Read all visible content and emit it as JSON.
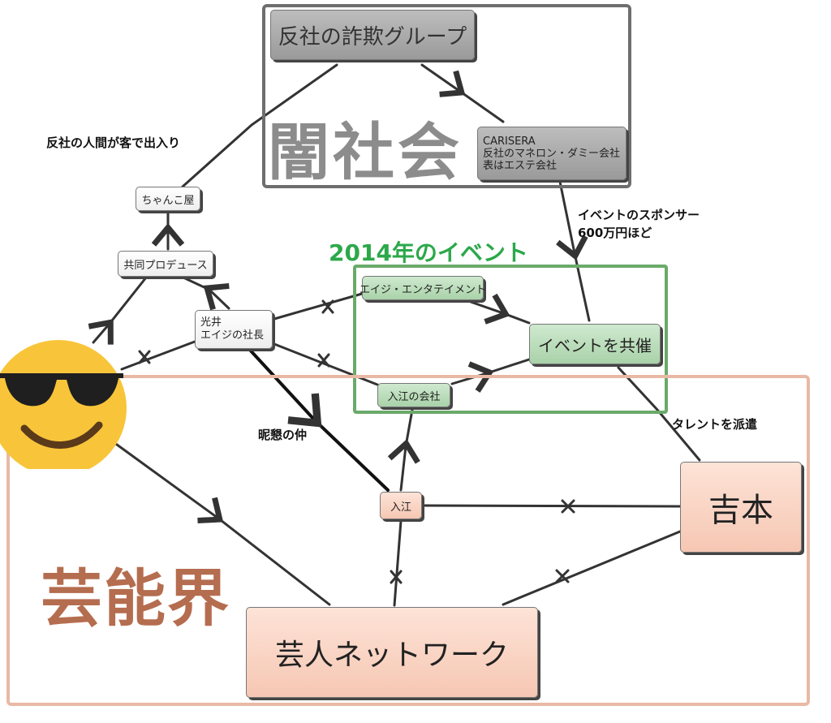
{
  "regions": {
    "dark": {
      "title": "闇社会"
    },
    "event": {
      "title": "2014年のイベント"
    },
    "ent": {
      "title": "芸能界"
    }
  },
  "nodes": {
    "fraud": {
      "label": "反社の詐欺グループ"
    },
    "carisera": {
      "line1": "CARISERA",
      "line2": "反社のマネロン・ダミー会社",
      "line3": "表はエステ会社"
    },
    "chanko": {
      "label": "ちゃんこ屋"
    },
    "kyodo": {
      "label": "共同プロデュース"
    },
    "mitsui": {
      "line1": "光井",
      "line2": "エイジの社長"
    },
    "aiji": {
      "label": "エイジ・エンタテイメント"
    },
    "kyosai": {
      "label": "イベントを共催"
    },
    "irie_co": {
      "label": "入江の会社"
    },
    "irie": {
      "label": "入江"
    },
    "yoshimoto": {
      "label": "吉本"
    },
    "network": {
      "label": "芸人ネットワーク"
    }
  },
  "labels": {
    "hansha_visit": "反社の人間が客で出入り",
    "sponsor_line1": "イベントのスポンサー",
    "sponsor_line2": "600万円ほど",
    "talent": "タレントを派遣",
    "konishi": "昵懇の仲"
  },
  "colors": {
    "dark_region": "#6e6e6e",
    "event_region": "#6aaa6a",
    "ent_region": "#e8b9a5",
    "edge": "#333333"
  },
  "icons": {
    "emoji": "sunglasses-face-icon"
  }
}
